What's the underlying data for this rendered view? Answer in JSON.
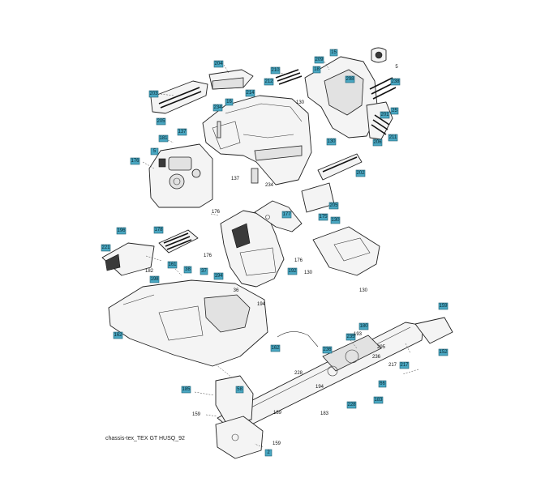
{
  "caption": "chassis-tex_TEX GT HUSQ_92",
  "boxed_labels": [
    "204",
    "210",
    "15",
    "209",
    "18",
    "298",
    "238",
    "203",
    "212",
    "214",
    "16",
    "234",
    "130",
    "25",
    "206",
    "201",
    "205",
    "211",
    "137",
    "181",
    "5",
    "202",
    "176",
    "178",
    "205",
    "177",
    "175",
    "130",
    "221",
    "196",
    "192",
    "161",
    "38",
    "37",
    "194",
    "162",
    "198",
    "162",
    "159",
    "180",
    "235",
    "236",
    "217",
    "152",
    "185",
    "58",
    "228",
    "66",
    "183",
    "2"
  ],
  "plain_labels": [
    "5",
    "130",
    "137",
    "234",
    "176",
    "176",
    "176",
    "130",
    "130",
    "182",
    "36",
    "194",
    "193",
    "295",
    "236",
    "228",
    "194",
    "217",
    "159",
    "189",
    "183",
    "159"
  ]
}
